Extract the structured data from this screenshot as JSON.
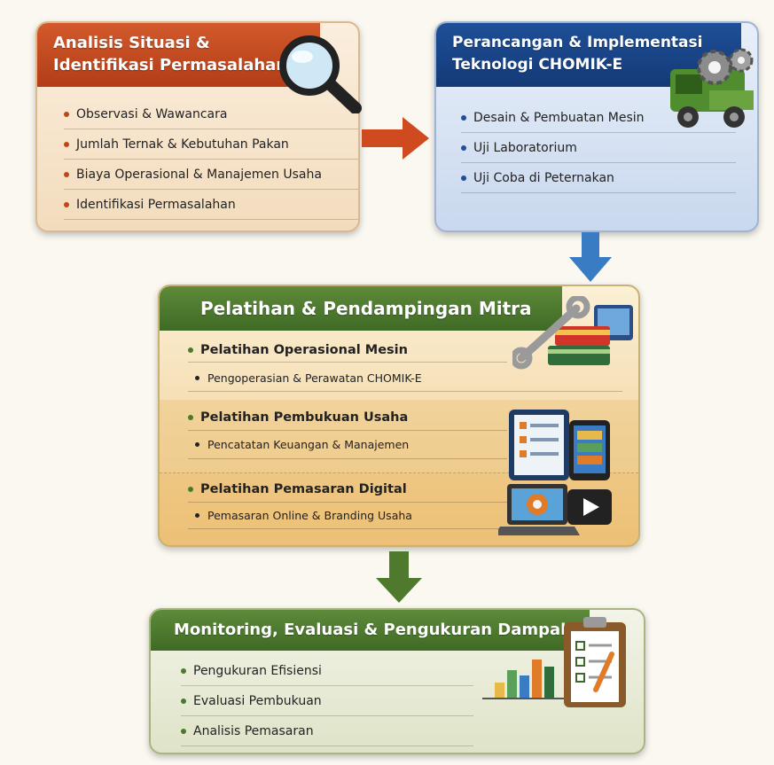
{
  "analysis": {
    "title_line1": "Analisis Situasi &",
    "title_line2": "Identifikasi Permasalahan",
    "items": [
      "Observasi & Wawancara",
      "Jumlah Ternak & Kebutuhan Pakan",
      "Biaya Operasional & Manajemen Usaha",
      "Identifikasi Permasalahan"
    ],
    "icon": "magnifier-icon"
  },
  "design": {
    "title_line1": "Perancangan & Implementasi",
    "title_line2": "Teknologi CHOMIK-E",
    "items": [
      "Desain & Pembuatan Mesin",
      "Uji Laboratorium",
      "Uji Coba di Peternakan"
    ],
    "icon": "machine-gear-icon"
  },
  "training": {
    "title": "Pelatihan & Pendampingan Mitra",
    "groups": [
      {
        "heading": "Pelatihan Operasional Mesin",
        "sub": "Pengoperasian & Perawatan CHOMIK-E",
        "icon": "tools-icon"
      },
      {
        "heading": "Pelatihan Pembukuan Usaha",
        "sub": "Pencatatan Keuangan & Manajemen",
        "icon": "tablet-phone-icon"
      },
      {
        "heading": "Pelatihan Pemasaran Digital",
        "sub": "Pemasaran Online & Branding Usaha",
        "icon": "laptop-video-icon"
      }
    ]
  },
  "monitoring": {
    "title": "Monitoring, Evaluasi & Pengukuran Dampak",
    "items": [
      "Pengukuran Efisiensi",
      "Evaluasi Pembukuan",
      "Analisis Pemasaran"
    ],
    "icon": "clipboard-chart-icon"
  },
  "colors": {
    "orange": "#c0441c",
    "blue": "#1e4f97",
    "green": "#4b7a2c",
    "arrow_blue": "#3a7cc4",
    "arrow_green": "#4f7a2e"
  }
}
